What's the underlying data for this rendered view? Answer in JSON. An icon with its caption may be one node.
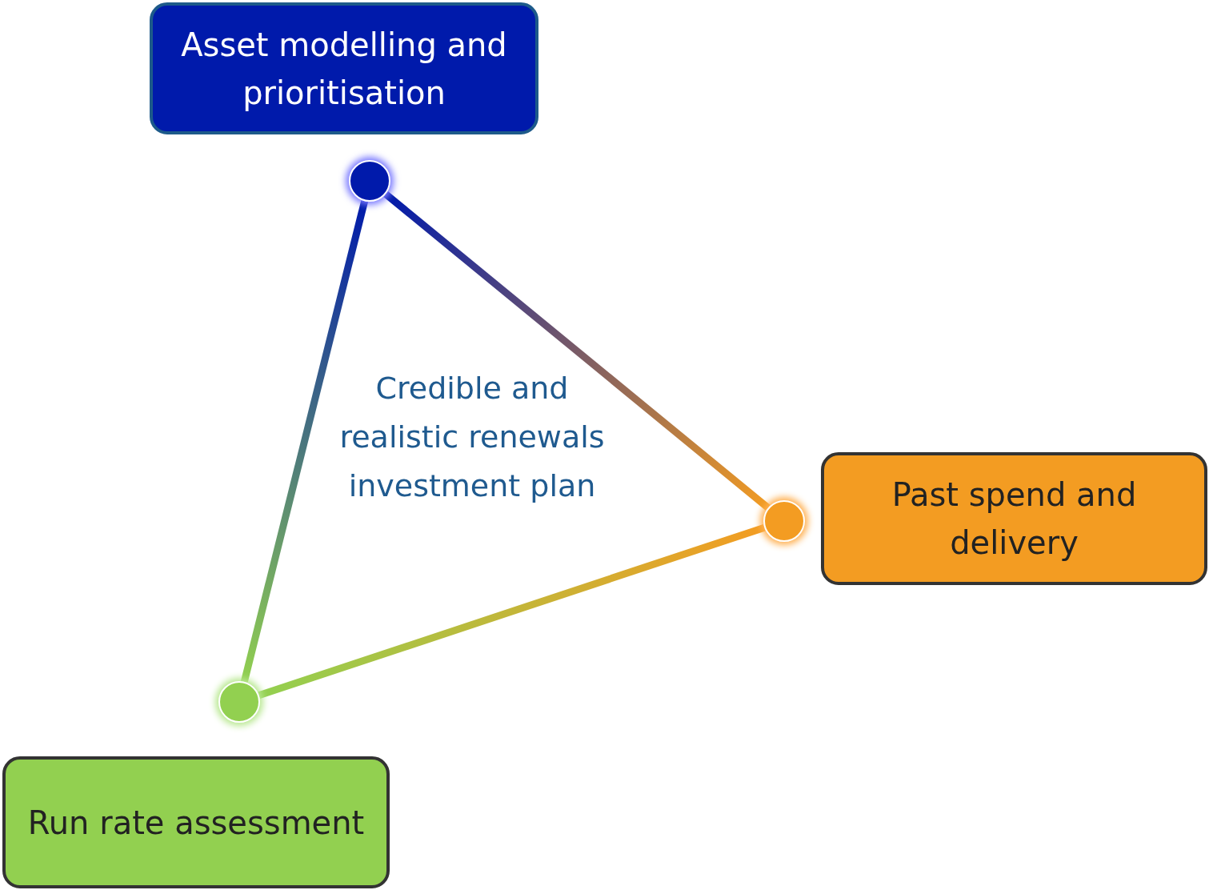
{
  "diagram": {
    "nodes": [
      {
        "text": [
          "Asset modelling and prioritisation"
        ]
      },
      {
        "text": [
          "Past spend and delivery"
        ]
      },
      {
        "text": [
          "Run rate assessment"
        ]
      },
      {
        "text": [],
        "shape": "circle"
      },
      {
        "text": [],
        "shape": "circle"
      },
      {
        "text": [],
        "shape": "circle"
      }
    ],
    "edges": [
      {
        "from": 3,
        "to": 4,
        "arrow": "none"
      },
      {
        "from": 4,
        "to": 5,
        "arrow": "none"
      },
      {
        "from": 5,
        "to": 3,
        "arrow": "none"
      }
    ],
    "labels": [
      "Credible and realistic renewals investment plan"
    ]
  }
}
